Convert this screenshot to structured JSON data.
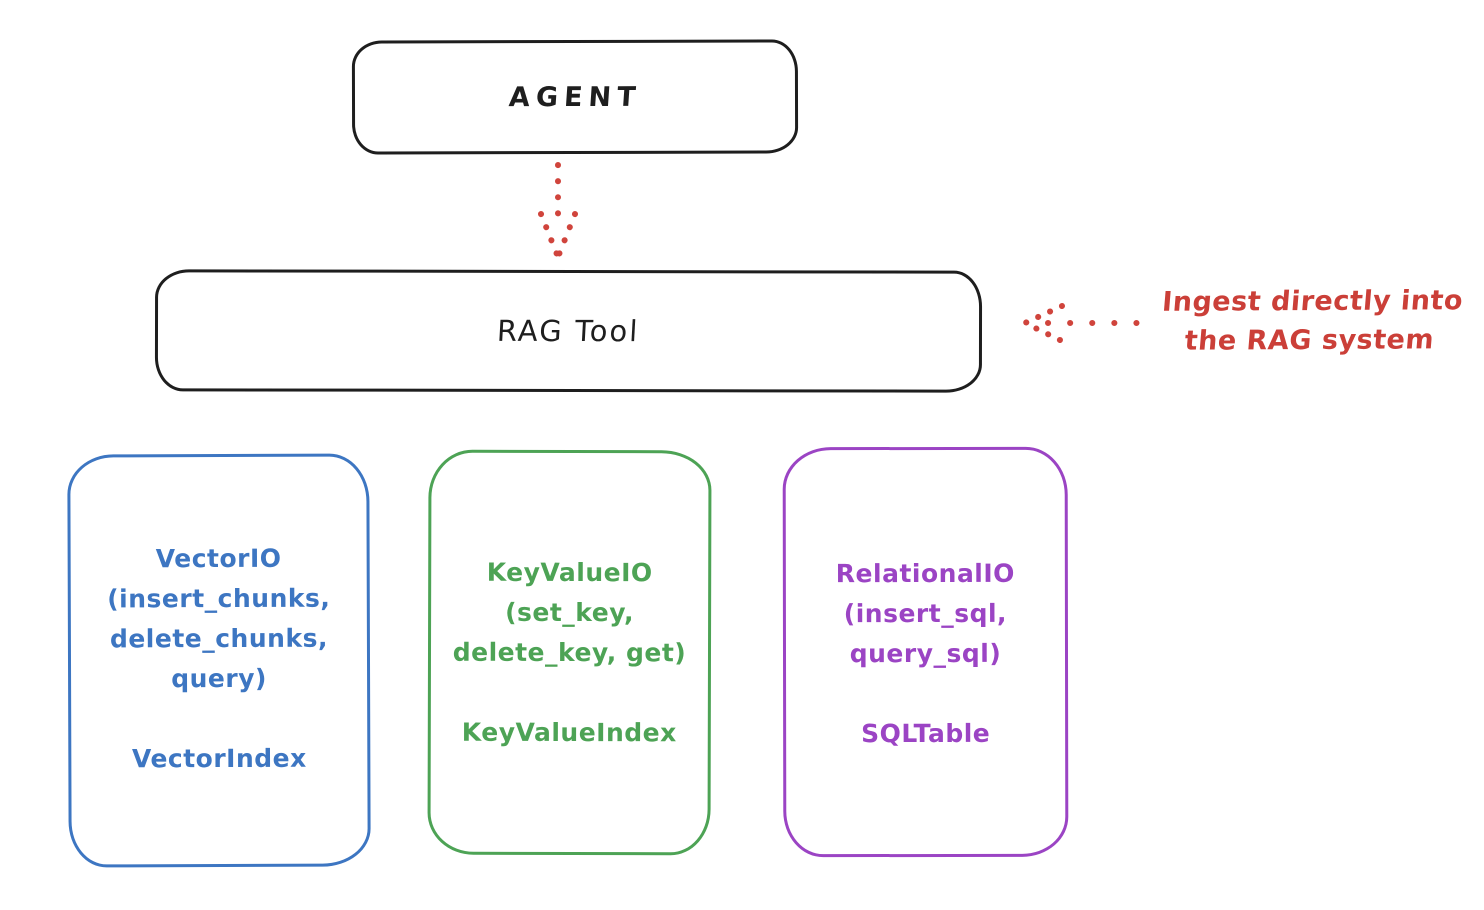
{
  "colors": {
    "ink": "#1e1e1e",
    "red": "#cb3f38",
    "blue": "#3d76c2",
    "green": "#4da355",
    "purple": "#9b44c4",
    "background": "#ffffff"
  },
  "nodes": {
    "agent": {
      "label": "AGENT"
    },
    "rag_tool": {
      "label": "RAG Tool"
    },
    "vector_io": {
      "lines": [
        "VectorIO",
        "(insert_chunks,",
        "delete_chunks,",
        "query)"
      ],
      "footer": "VectorIndex",
      "color": "#3d76c2"
    },
    "key_value_io": {
      "lines": [
        "KeyValueIO",
        "(set_key,",
        "delete_key, get)"
      ],
      "footer": "KeyValueIndex",
      "color": "#4da355"
    },
    "relational_io": {
      "lines": [
        "RelationalIO",
        "(insert_sql,",
        "query_sql)"
      ],
      "footer": "SQLTable",
      "color": "#9b44c4"
    }
  },
  "annotation": {
    "line1": "Ingest directly into",
    "line2": "the RAG system",
    "color": "#cb3f38"
  },
  "arrows": [
    {
      "name": "agent-to-rag-tool",
      "style": "dotted",
      "direction": "down",
      "color": "#d0443c"
    },
    {
      "name": "ingest-into-rag-tool",
      "style": "dotted",
      "direction": "left",
      "color": "#d0443c"
    }
  ]
}
